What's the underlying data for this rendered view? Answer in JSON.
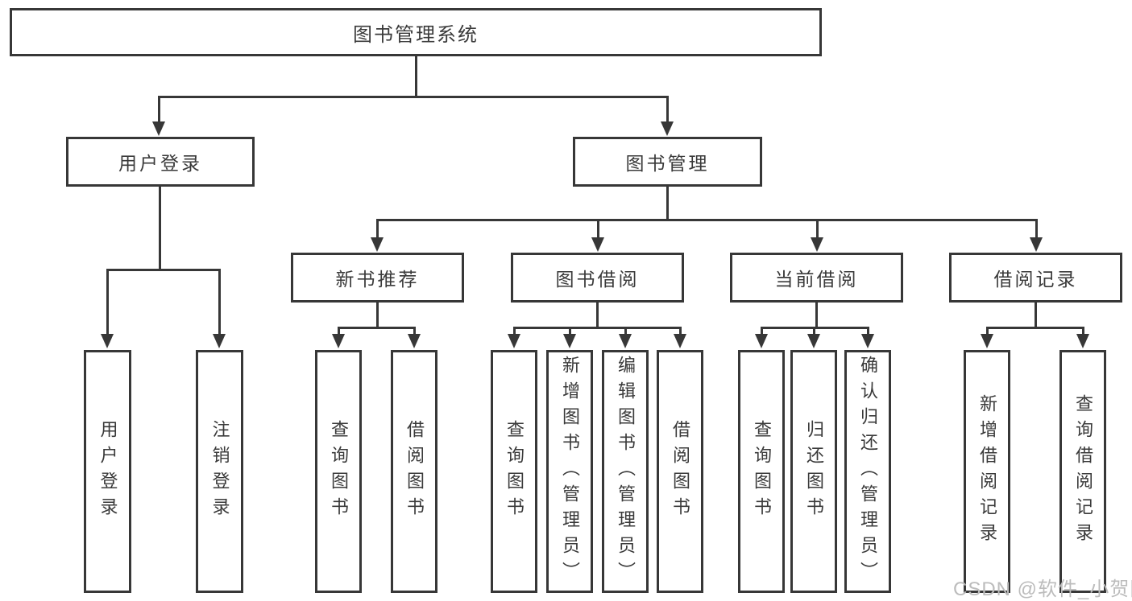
{
  "diagram_title": "图书管理系统",
  "watermark": "CSDN @软件_小贺同学",
  "colors": {
    "line": "#373737",
    "text": "#3a3a3a",
    "background": "#ffffff",
    "watermark": "#bcbcbc"
  },
  "tree": {
    "label": "图书管理系统",
    "children": [
      {
        "label": "用户登录",
        "children": [
          {
            "label": "用户登录"
          },
          {
            "label": "注销登录"
          }
        ]
      },
      {
        "label": "图书管理",
        "children": [
          {
            "label": "新书推荐",
            "children": [
              {
                "label": "查询图书"
              },
              {
                "label": "借阅图书"
              }
            ]
          },
          {
            "label": "图书借阅",
            "children": [
              {
                "label": "查询图书"
              },
              {
                "label": "新增图书（管理员）"
              },
              {
                "label": "编辑图书（管理员）"
              },
              {
                "label": "借阅图书"
              }
            ]
          },
          {
            "label": "当前借阅",
            "children": [
              {
                "label": "查询图书"
              },
              {
                "label": "归还图书"
              },
              {
                "label": "确认归还（管理员）"
              }
            ]
          },
          {
            "label": "借阅记录",
            "children": [
              {
                "label": "新增借阅记录"
              },
              {
                "label": "查询借阅记录"
              }
            ]
          }
        ]
      }
    ]
  }
}
